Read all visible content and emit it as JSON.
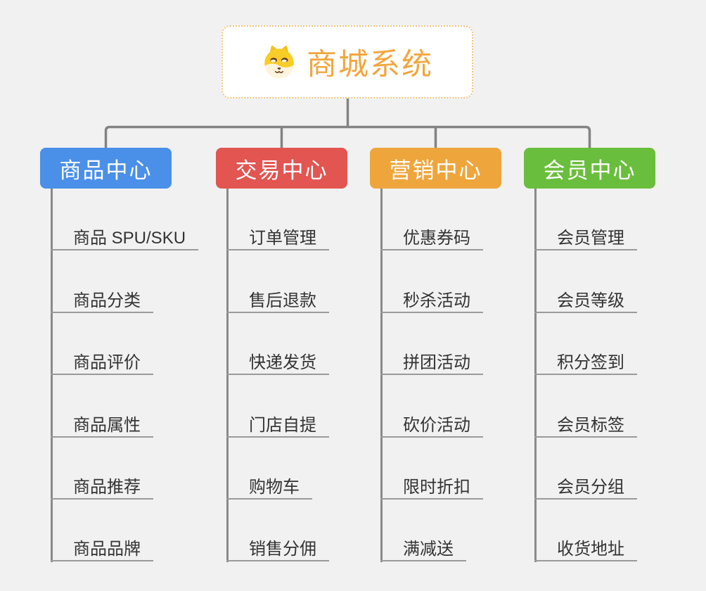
{
  "root": {
    "label": "商城系统",
    "icon": "dog-face-icon"
  },
  "branches": [
    {
      "label": "商品中心",
      "color": "#4a8fe8",
      "items": [
        "商品 SPU/SKU",
        "商品分类",
        "商品评价",
        "商品属性",
        "商品推荐",
        "商品品牌"
      ]
    },
    {
      "label": "交易中心",
      "color": "#e25551",
      "items": [
        "订单管理",
        "售后退款",
        "快递发货",
        "门店自提",
        "购物车",
        "销售分佣"
      ]
    },
    {
      "label": "营销中心",
      "color": "#eea63c",
      "items": [
        "优惠券码",
        "秒杀活动",
        "拼团活动",
        "砍价活动",
        "限时折扣",
        "满减送"
      ]
    },
    {
      "label": "会员中心",
      "color": "#6abe3d",
      "items": [
        "会员管理",
        "会员等级",
        "积分签到",
        "会员标签",
        "会员分组",
        "收货地址"
      ]
    }
  ],
  "colors": {
    "background": "#f1f1f1",
    "connector": "#838383",
    "underline": "#9a9a9a",
    "item_text": "#333333",
    "root_text": "#f2a63e",
    "root_border": "#f0c478"
  }
}
